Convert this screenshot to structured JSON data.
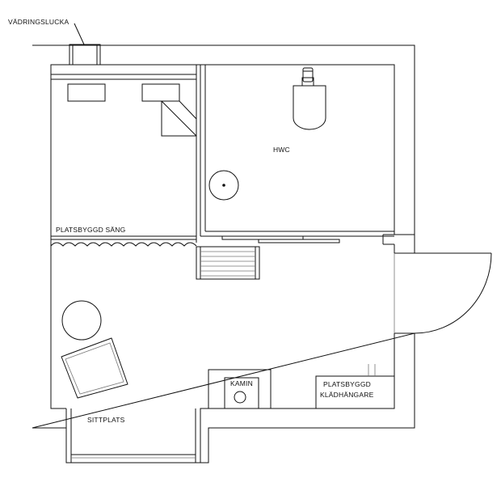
{
  "labels": {
    "vent": "VÄDRINGSLUCKA",
    "bathroom": "HWC",
    "bed": "PLATSBYGGD SÄNG",
    "seating": "SITTPLATS",
    "stove": "KAMIN",
    "wardrobe_line1": "PLATSBYGGD",
    "wardrobe_line2": "KLÄDHÄNGARE"
  },
  "colors": {
    "line": "#111111",
    "background": "#ffffff"
  }
}
